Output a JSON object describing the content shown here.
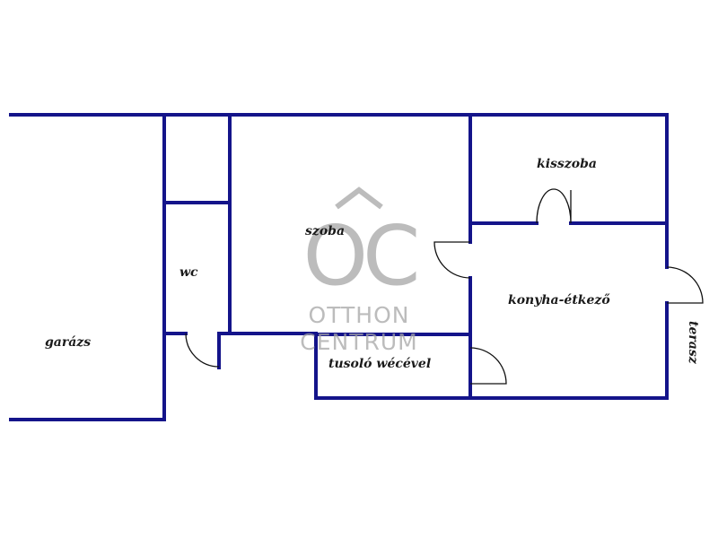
{
  "rooms": {
    "garazs": "garázs",
    "wc": "wc",
    "szoba": "szoba",
    "kisszoba": "kisszoba",
    "konyha": "konyha-étkező",
    "tusolo": "tusoló wécével",
    "terasz": "terasz"
  },
  "watermark": {
    "monogram": "OC",
    "line1": "OTTHON",
    "line2": "CENTRUM"
  },
  "colors": {
    "wall": "#14148a",
    "door": "#111111",
    "watermark": "#a6a6a6"
  }
}
